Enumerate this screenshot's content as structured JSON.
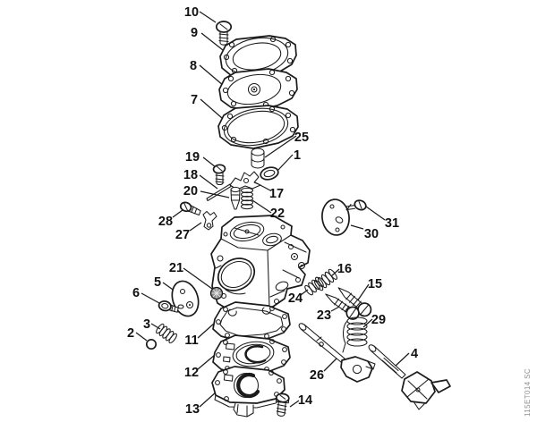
{
  "diagram": {
    "watermark": "115ET014 SC",
    "colors": {
      "background": "#ffffff",
      "line": "#1b1b1b",
      "label": "#111111",
      "watermark": "#8f8f8f"
    },
    "callouts": [
      {
        "label": "1"
      },
      {
        "label": "2"
      },
      {
        "label": "3"
      },
      {
        "label": "4"
      },
      {
        "label": "5"
      },
      {
        "label": "6"
      },
      {
        "label": "7"
      },
      {
        "label": "8"
      },
      {
        "label": "9"
      },
      {
        "label": "10"
      },
      {
        "label": "11"
      },
      {
        "label": "12"
      },
      {
        "label": "13"
      },
      {
        "label": "14"
      },
      {
        "label": "15"
      },
      {
        "label": "16"
      },
      {
        "label": "17"
      },
      {
        "label": "18"
      },
      {
        "label": "19"
      },
      {
        "label": "20"
      },
      {
        "label": "21"
      },
      {
        "label": "22"
      },
      {
        "label": "23"
      },
      {
        "label": "24"
      },
      {
        "label": "25"
      },
      {
        "label": "26"
      },
      {
        "label": "27"
      },
      {
        "label": "28"
      },
      {
        "label": "29"
      },
      {
        "label": "30"
      },
      {
        "label": "31"
      }
    ]
  }
}
